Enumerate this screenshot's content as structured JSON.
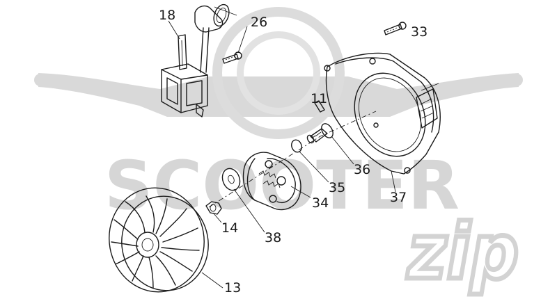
{
  "watermark": {
    "brand": "SCOOTER",
    "script": "zip"
  },
  "callouts": [
    {
      "id": "18",
      "text": "18"
    },
    {
      "id": "26",
      "text": "26"
    },
    {
      "id": "33",
      "text": "33"
    },
    {
      "id": "11",
      "text": "11"
    },
    {
      "id": "36",
      "text": "36"
    },
    {
      "id": "35",
      "text": "35"
    },
    {
      "id": "34",
      "text": "34"
    },
    {
      "id": "37",
      "text": "37"
    },
    {
      "id": "14",
      "text": "14"
    },
    {
      "id": "38",
      "text": "38"
    },
    {
      "id": "13",
      "text": "13"
    }
  ],
  "colors": {
    "line": "#1a1a1a",
    "watermark": "#d9d9d9",
    "background": "#ffffff"
  }
}
